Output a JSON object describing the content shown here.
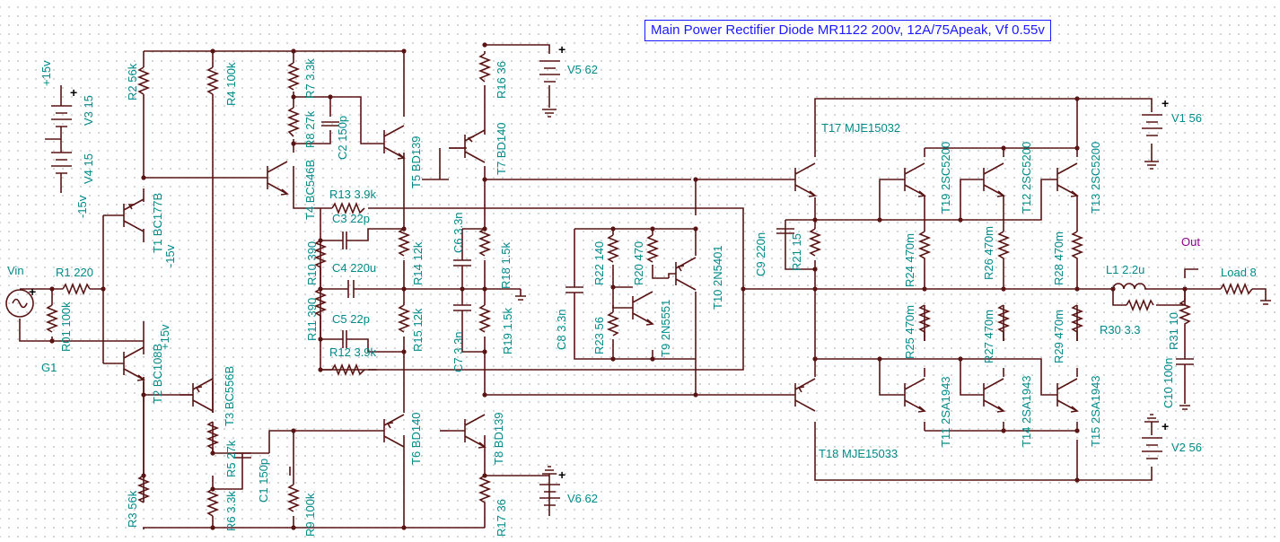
{
  "note": "Main Power Rectifier Diode MR1122 200v, 12A/75Apeak, Vf 0.55v",
  "colors": {
    "wire": "#5a1414",
    "label": "#008a8a",
    "port": "#8a008a",
    "note": "#1a1aff",
    "pin": "#ff2a2a"
  },
  "labels": {
    "r2": "R2 56k",
    "r4": "R4 100k",
    "r7": "R7 3.3k",
    "r8": "R8 27k",
    "c2": "C2 150p",
    "t5": "T5 BD139",
    "r16": "R16 36",
    "t7": "T7 BD140",
    "v5": "V5 62",
    "v3": "V3 15",
    "v4": "V4 15",
    "p15a": "+15v",
    "m15a": "-15v",
    "t4": "T4 BC546B",
    "t1": "T1 BC177B",
    "m15b": "-15v",
    "r13": "R13 3.9k",
    "c3": "C3 22p",
    "c6": "C6 3.3n",
    "r10": "R10 390",
    "c4": "C4 220u",
    "r14": "R14 12k",
    "r18": "R18 1.5k",
    "r22": "R22 140",
    "r20": "R20 470",
    "t10": "T10 2N5401",
    "c8": "C8 3.3n",
    "r23": "R23 56",
    "t9": "T9 2N5551",
    "vin": "Vin",
    "r1": "R1 220",
    "r01": "R01 100k",
    "g1": "G1",
    "r11": "R11 390",
    "c5": "C5 22p",
    "r12": "R12 3.9k",
    "r15": "R15 12k",
    "c7": "C7 3.3n",
    "r19": "R19 1.5k",
    "t2": "T2 BC108B",
    "p15b": "+15v",
    "t3": "T3 BC556B",
    "r5": "R5 27k",
    "c1": "C1 150p",
    "t6": "T6 BD140",
    "t8": "T8 BD139",
    "v6": "V6 62",
    "r3": "R3 56k",
    "r6": "R6 3.3k",
    "r9": "R9 100k",
    "r17": "R17 36",
    "t17": "T17 MJE15032",
    "v1": "V1 56",
    "t19": "T19 2SC5200",
    "t12": "T12 2SC5200",
    "t13": "T13 2SC5200",
    "c9": "C9 220n",
    "r21": "R21 15",
    "r24": "R24 470m",
    "r26": "R26 470m",
    "r28": "R28 470m",
    "out": "Out",
    "l1": "L1 2.2u",
    "load": "Load 8",
    "r25": "R25 470m",
    "r27": "R27 470m",
    "r29": "R29 470m",
    "r30": "R30 3.3",
    "r31": "R31 10",
    "c10": "C10 100n",
    "t18": "T18 MJE15033",
    "t11": "T11 2SA1943",
    "t14": "T14 2SA1943",
    "t15": "T15 2SA1943",
    "v2": "V2 56"
  }
}
